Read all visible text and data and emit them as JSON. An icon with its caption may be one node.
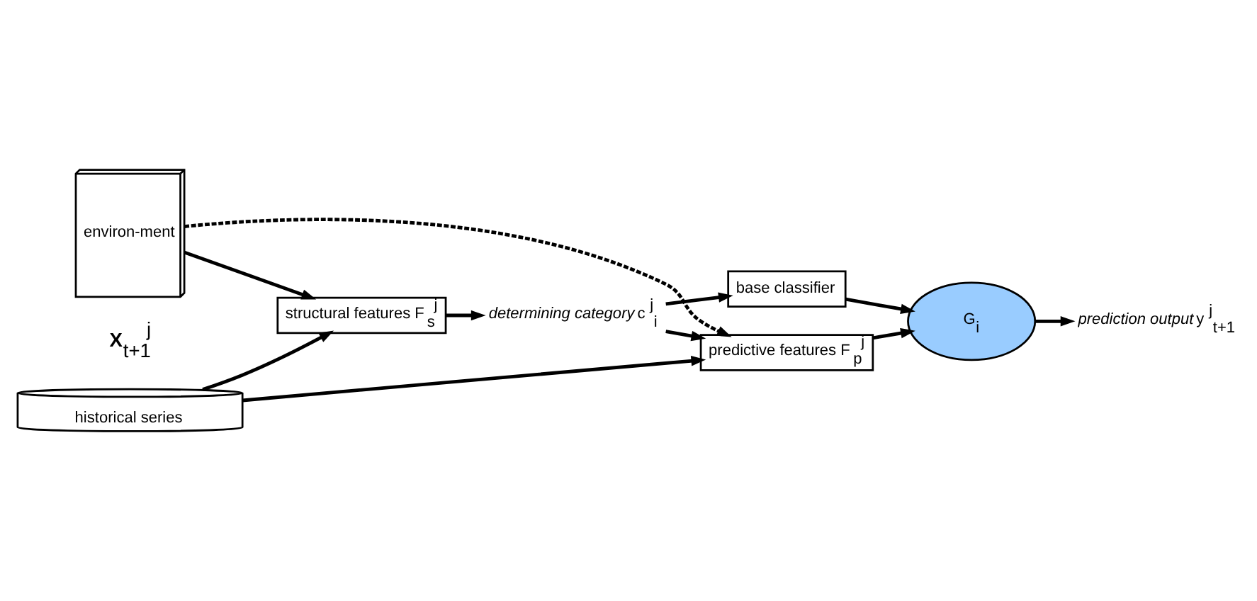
{
  "diagram": {
    "nodes": [
      {
        "text": [
          "historical series"
        ]
      },
      {
        "text": [
          "predictive features F$_{p}$$^{j}$"
        ]
      },
      {
        "text": [
          "environ-ment"
        ]
      },
      {
        "text": [
          "structural features F$_{s}$$^{j}$"
        ]
      },
      {
        "text": [
          "*determining category* c$^{j}$$_{i}$"
        ]
      },
      {
        "text": [
          "base classifier"
        ]
      },
      {
        "text": [
          "G$_{i}$"
        ]
      },
      {
        "text": [
          "*prediction output* y$^{j}$$_{t+1}$"
        ]
      }
    ],
    "edges": [
      {
        "from": 0,
        "to": 1,
        "arrow": "to"
      },
      {
        "from": 0,
        "to": 3,
        "arrow": "to"
      },
      {
        "from": 2,
        "to": 1,
        "arrow": "to",
        "style": "dashed"
      },
      {
        "from": 2,
        "to": 3,
        "arrow": "to"
      },
      {
        "from": 3,
        "to": 4,
        "arrow": "to"
      },
      {
        "from": 4,
        "to": 1,
        "arrow": "to"
      },
      {
        "from": 4,
        "to": 5,
        "arrow": "to"
      },
      {
        "from": 1,
        "to": 6,
        "arrow": "to"
      },
      {
        "from": 5,
        "to": 6,
        "arrow": "to"
      },
      {
        "from": 6,
        "to": 7,
        "arrow": "to"
      }
    ],
    "labels": [
      "**X**$_{t+1}$$^{j}$"
    ]
  }
}
